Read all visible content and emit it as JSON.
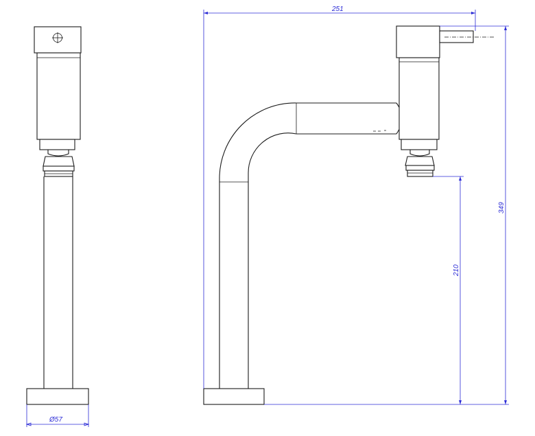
{
  "dimensions": {
    "spout_reach": "251",
    "total_height": "349",
    "outlet_height": "210",
    "base_diameter": "Ø57"
  },
  "colors": {
    "outline": "#1a1a1a",
    "dimension": "#2b2bd6",
    "background": "#ffffff"
  },
  "icons": {
    "handle_marker": "crosshair-circle"
  }
}
